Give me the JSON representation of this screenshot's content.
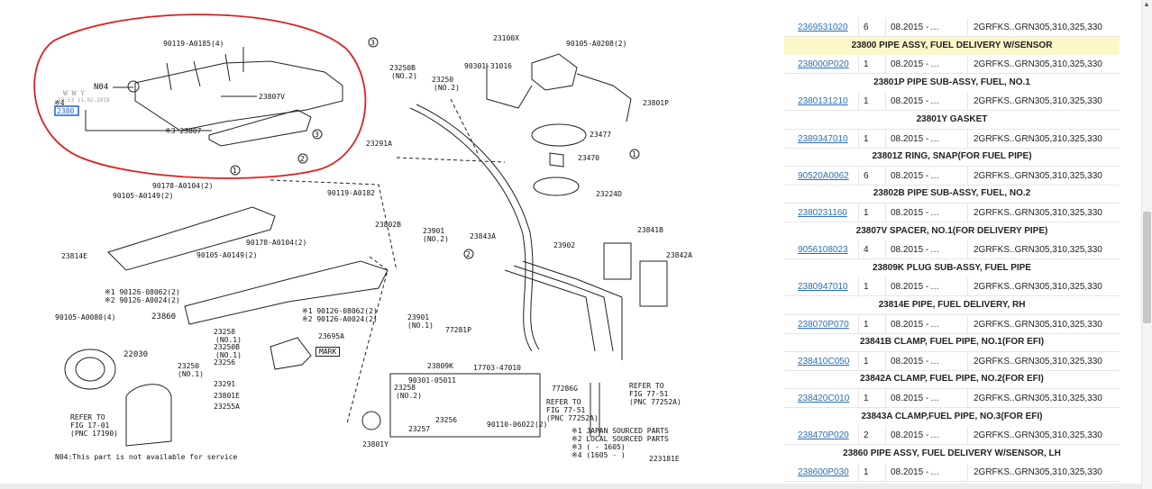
{
  "diagram": {
    "figure_id": "223181E",
    "note": "N04:This part is not available for service",
    "footnotes": [
      "※1 JAPAN SOURCED PARTS",
      "※2 LOCAL SOURCED PARTS",
      "※3 (      - 1605)",
      "※4 (1605 -      )"
    ],
    "watermark": [
      "W W Y",
      "19:53 11.02.2018"
    ],
    "labels": {
      "l90119_a0185": "90119-A0185(4)",
      "n04": "N04",
      "l23807v": "23807V",
      "ref4": "※4",
      "l2380x": "2380",
      "ref3_23807": "※3 23807",
      "l23250b": "23250B",
      "l23250b_no": "(NO.2)",
      "l23250": "23250",
      "l23250_no": "(NO.2)",
      "l23291a": "23291A",
      "l23100x": "23100X",
      "l90105_a0208": "90105-A0208(2)",
      "l90301_31016": "90301-31016",
      "l23801p": "23801P",
      "l23477": "23477",
      "l23470": "23470",
      "l23224d": "23224D",
      "l90178_a0104_top": "90178-A0104(2)",
      "l90105_a0149_top": "90105-A0149(2)",
      "l90119_a0182": "90119-A0182",
      "l23802b": "23802B",
      "l23901_no2": "23901",
      "l23901_no2_sub": "(NO.2)",
      "l23843a": "23843A",
      "l23902": "23902",
      "l23841b": "23841B",
      "l23842a": "23842A",
      "l23814e": "23814E",
      "l90178_a0104_mid": "90178-A0104(2)",
      "l90105_a0149_mid": "90105-A0149(2)",
      "l90126_08062_a": "※1 90126-08062(2)",
      "l90126_a0024_a": "※2 90126-A0024(2)",
      "l90105_a0080": "90105-A0080(4)",
      "l23860": "23860",
      "l90126_08062_b": "※1 90126-08062(2)",
      "l90126_a0024_b": "※2 90126-A0024(2)",
      "l23901_no1": "23901",
      "l23901_no1_sub": "(NO.1)",
      "l77281p": "77281P",
      "l23258": "23258",
      "l23258_no": "(NO.1)",
      "l23250b_b": "23250B",
      "l23250b_b_no": "(NO.1)",
      "l23256": "23256",
      "l23695a": "23695A",
      "mark": "MARK",
      "l22030": "22030",
      "l23250_b": "23250",
      "l23250_b_no": "(NO.1)",
      "l23291": "23291",
      "l23801e": "23801E",
      "l23255a": "23255A",
      "l23809k": "23809K",
      "l90301_05011": "90301-05011",
      "l17703_47010": "17703-47010",
      "l23258_c": "23258",
      "l23258_c_no": "(NO.2)",
      "l23256_c": "23256",
      "l23257": "23257",
      "l90110_06022": "90110-06022(2)",
      "l77286g": "77286G",
      "ref_77_51_a": "REFER TO",
      "ref_77_51_a2": "FIG 77-51",
      "ref_77_51_a3": "(PNC 77252A)",
      "ref_77_51_b": "REFER TO",
      "ref_77_51_b2": "FIG 77-51",
      "ref_77_51_b3": "(PNC 77252A)",
      "ref_17_01": "REFER TO",
      "ref_17_01_2": "FIG 17-01",
      "ref_17_01_3": "(PNC 17190)",
      "l23801y": "23801Y",
      "c1": "1",
      "c2": "2",
      "c3": "3"
    }
  },
  "parts_list": {
    "rows": [
      {
        "type": "part",
        "part_no": "2369531020",
        "qty": "6",
        "date": "08.2015 -",
        "dots": "…",
        "model": "2GRFKS..GRN305,310,325,330"
      },
      {
        "type": "header",
        "text": "23800 PIPE ASSY, FUEL DELIVERY W/SENSOR",
        "highlight": true
      },
      {
        "type": "part",
        "part_no": "238000P020",
        "qty": "1",
        "date": "08.2015 -",
        "dots": "…",
        "model": "2GRFKS..GRN305,310,325,330"
      },
      {
        "type": "header",
        "text": "23801P PIPE SUB-ASSY, FUEL, NO.1"
      },
      {
        "type": "part",
        "part_no": "2380131210",
        "qty": "1",
        "date": "08.2015 -",
        "dots": "…",
        "model": "2GRFKS..GRN305,310,325,330"
      },
      {
        "type": "header",
        "text": "23801Y GASKET"
      },
      {
        "type": "part",
        "part_no": "2389347010",
        "qty": "1",
        "date": "08.2015 -",
        "dots": "…",
        "model": "2GRFKS..GRN305,310,325,330"
      },
      {
        "type": "header",
        "text": "23801Z RING, SNAP(FOR FUEL PIPE)"
      },
      {
        "type": "part",
        "part_no": "90520A0062",
        "qty": "6",
        "date": "08.2015 -",
        "dots": "…",
        "model": "2GRFKS..GRN305,310,325,330"
      },
      {
        "type": "header",
        "text": "23802B PIPE SUB-ASSY, FUEL, NO.2"
      },
      {
        "type": "part",
        "part_no": "2380231160",
        "qty": "1",
        "date": "08.2015 -",
        "dots": "…",
        "model": "2GRFKS..GRN305,310,325,330"
      },
      {
        "type": "header",
        "text": "23807V SPACER, NO.1(FOR DELIVERY PIPE)"
      },
      {
        "type": "part",
        "part_no": "9056108023",
        "qty": "4",
        "date": "08.2015 -",
        "dots": "…",
        "model": "2GRFKS..GRN305,310,325,330"
      },
      {
        "type": "header",
        "text": "23809K PLUG SUB-ASSY, FUEL PIPE"
      },
      {
        "type": "part",
        "part_no": "2380947010",
        "qty": "1",
        "date": "08.2015 -",
        "dots": "…",
        "model": "2GRFKS..GRN305,310,325,330"
      },
      {
        "type": "header",
        "text": "23814E PIPE, FUEL DELIVERY, RH"
      },
      {
        "type": "part",
        "part_no": "238070P070",
        "qty": "1",
        "date": "08.2015 -",
        "dots": "…",
        "model": "2GRFKS..GRN305,310,325,330"
      },
      {
        "type": "header",
        "text": "23841B CLAMP, FUEL PIPE, NO.1(FOR EFI)"
      },
      {
        "type": "part",
        "part_no": "238410C050",
        "qty": "1",
        "date": "08.2015 -",
        "dots": "…",
        "model": "2GRFKS..GRN305,310,325,330"
      },
      {
        "type": "header",
        "text": "23842A CLAMP, FUEL PIPE, NO.2(FOR EFI)"
      },
      {
        "type": "part",
        "part_no": "238420C010",
        "qty": "1",
        "date": "08.2015 -",
        "dots": "…",
        "model": "2GRFKS..GRN305,310,325,330"
      },
      {
        "type": "header",
        "text": "23843A CLAMP,FUEL PIPE, NO.3(FOR EFI)"
      },
      {
        "type": "part",
        "part_no": "238470P020",
        "qty": "2",
        "date": "08.2015 -",
        "dots": "…",
        "model": "2GRFKS..GRN305,310,325,330"
      },
      {
        "type": "header",
        "text": "23860 PIPE ASSY, FUEL DELIVERY W/SENSOR, LH"
      },
      {
        "type": "part",
        "part_no": "238600P030",
        "qty": "1",
        "date": "08.2015 -",
        "dots": "…",
        "model": "2GRFKS..GRN305,310,325,330"
      }
    ]
  },
  "colors": {
    "link": "#2a6fb5",
    "highlight": "#fbf7c8",
    "annotation": "#e02020",
    "selected_box": "#1e5fd0"
  }
}
